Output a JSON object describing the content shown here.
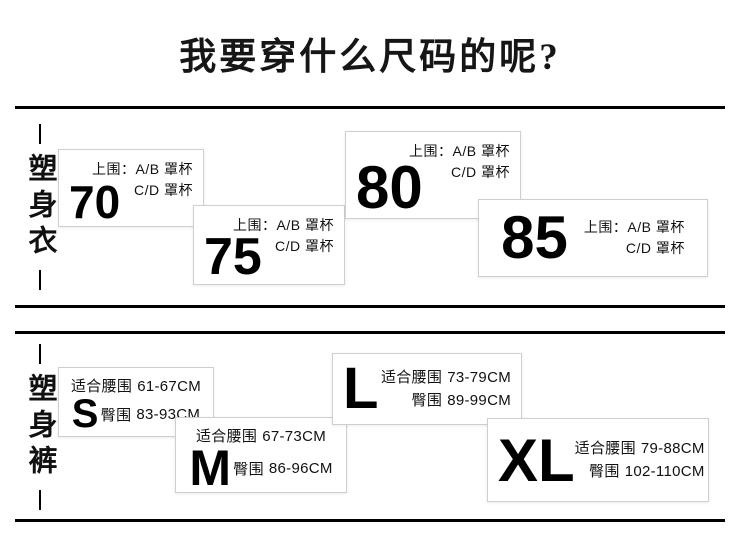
{
  "page": {
    "title": "我要穿什么尺码的呢?"
  },
  "sections": {
    "tops": {
      "label": "塑身衣",
      "cards": [
        {
          "size": "70",
          "line1": "上围：A/B 罩杯",
          "line2": "C/D 罩杯"
        },
        {
          "size": "75",
          "line1": "上围：A/B 罩杯",
          "line2": "C/D 罩杯"
        },
        {
          "size": "80",
          "line1": "上围：A/B 罩杯",
          "line2": "C/D 罩杯"
        },
        {
          "size": "85",
          "line1": "上围：A/B 罩杯",
          "line2": "C/D 罩杯"
        }
      ]
    },
    "bottoms": {
      "label": "塑身裤",
      "cards": [
        {
          "size": "S",
          "waist_label": "适合腰围",
          "waist": "61-67CM",
          "hip_label": "臀围",
          "hip": "83-93CM"
        },
        {
          "size": "M",
          "waist_label": "适合腰围",
          "waist": "67-73CM",
          "hip_label": "臀围",
          "hip": "86-96CM"
        },
        {
          "size": "L",
          "waist_label": "适合腰围",
          "waist": "73-79CM",
          "hip_label": "臀围",
          "hip": "89-99CM"
        },
        {
          "size": "XL",
          "waist_label": "适合腰围",
          "waist": "79-88CM",
          "hip_label": "臀围",
          "hip": "102-110CM"
        }
      ]
    }
  }
}
